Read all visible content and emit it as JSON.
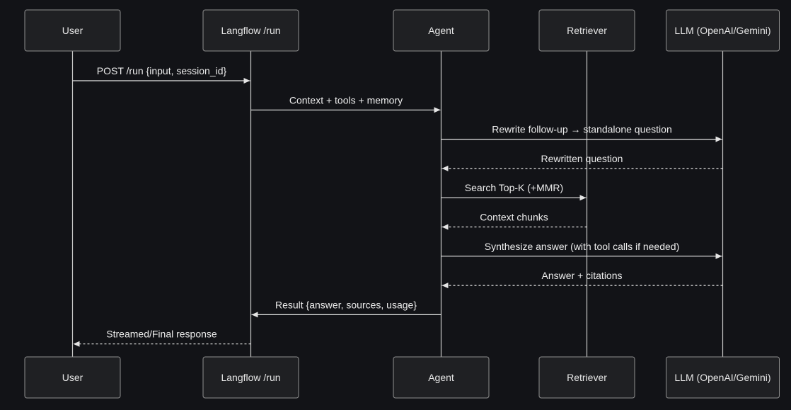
{
  "actors": [
    {
      "id": "user",
      "label": "User"
    },
    {
      "id": "langflow",
      "label": "Langflow /run"
    },
    {
      "id": "agent",
      "label": "Agent"
    },
    {
      "id": "retriever",
      "label": "Retriever"
    },
    {
      "id": "llm",
      "label": "LLM (OpenAI/Gemini)"
    }
  ],
  "messages": [
    {
      "from": "user",
      "to": "langflow",
      "label": "POST /run {input, session_id}",
      "style": "solid"
    },
    {
      "from": "langflow",
      "to": "agent",
      "label": "Context + tools + memory",
      "style": "solid"
    },
    {
      "from": "agent",
      "to": "llm",
      "label": "Rewrite follow-up → standalone question",
      "style": "solid"
    },
    {
      "from": "llm",
      "to": "agent",
      "label": "Rewritten question",
      "style": "dashed"
    },
    {
      "from": "agent",
      "to": "retriever",
      "label": "Search Top-K (+MMR)",
      "style": "solid"
    },
    {
      "from": "retriever",
      "to": "agent",
      "label": "Context chunks",
      "style": "dashed"
    },
    {
      "from": "agent",
      "to": "llm",
      "label": "Synthesize answer (with tool calls if needed)",
      "style": "solid"
    },
    {
      "from": "llm",
      "to": "agent",
      "label": "Answer + citations",
      "style": "dashed"
    },
    {
      "from": "agent",
      "to": "langflow",
      "label": "Result {answer, sources, usage}",
      "style": "solid"
    },
    {
      "from": "langflow",
      "to": "user",
      "label": "Streamed/Final response",
      "style": "dashed"
    }
  ],
  "colors": {
    "background": "#121317",
    "actor_fill": "#1f2023",
    "actor_stroke": "#8f8f8f",
    "line": "#e4e4e4",
    "text": "#ececec"
  }
}
